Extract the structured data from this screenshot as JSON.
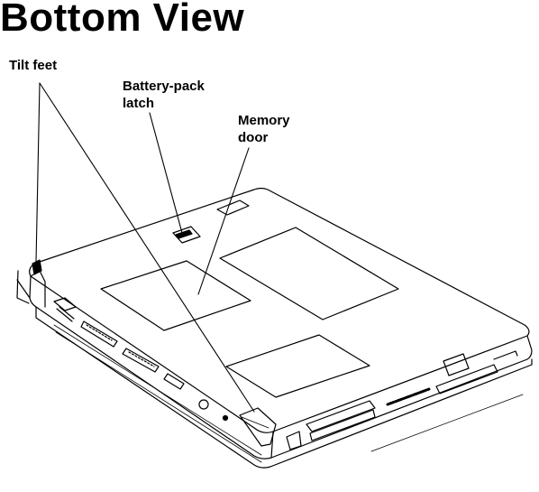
{
  "title": "Bottom View",
  "callouts": {
    "tilt_feet": "Tilt feet",
    "battery_pack_latch": "Battery-pack\nlatch",
    "memory_door": "Memory\ndoor"
  }
}
